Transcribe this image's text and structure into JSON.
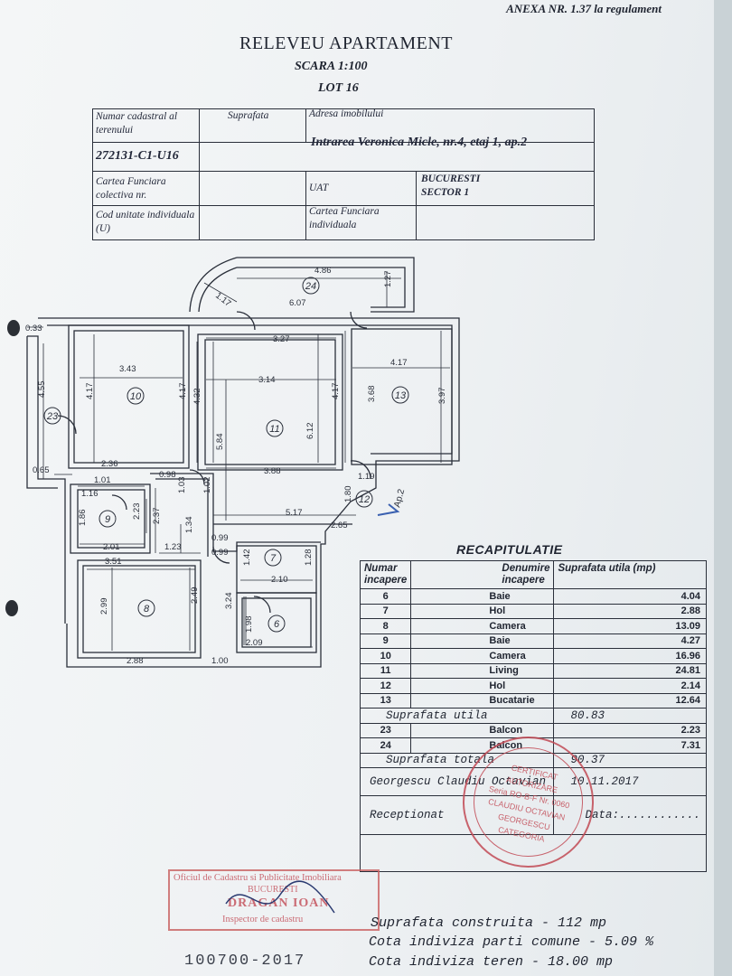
{
  "annex": "ANEXA NR. 1.37 la regulament",
  "title": "RELEVEU APARTAMENT",
  "scale": "SCARA 1:100",
  "lot": "LOT 16",
  "header_table": {
    "cadastral_label": "Numar cadastral al terenului",
    "surface_label": "Suprafata",
    "address_label": "Adresa imobilului",
    "cadastral_value": "272131-C1-U16",
    "address_value": "Intrarea Veronica Micle, nr.4, etaj 1, ap.2",
    "cf_collective_label": "Cartea Funciara colectiva nr.",
    "uat_label": "UAT",
    "uat_value_1": "BUCURESTI",
    "uat_value_2": "SECTOR 1",
    "unit_code_label": "Cod unitate individuala (U)",
    "cf_individual_label": "Cartea Funciara individuala"
  },
  "plan": {
    "dims": [
      "4.86",
      "6.07",
      "1.17",
      "1.27",
      "0.33",
      "3.27",
      "3.43",
      "4.17",
      "4.17",
      "3.14",
      "4.17",
      "4.17",
      "3.68",
      "4.32",
      "3.97",
      "4.55",
      "2.36",
      "5.84",
      "6.12",
      "3.88",
      "1.19",
      "0.65",
      "1.01",
      "0.98",
      "1.03",
      "1.02",
      "1.16",
      "2.23",
      "2.37",
      "1.80",
      "1.86",
      "5.17",
      "2.65",
      "1.34",
      "0.99",
      "2.01",
      "1.23",
      "0.99",
      "3.51",
      "1.42",
      "1.28",
      "2.10",
      "2.99",
      "2.49",
      "3.24",
      "1.98",
      "2.09",
      "2.88",
      "1.00"
    ],
    "room_numbers": [
      "24",
      "10",
      "11",
      "13",
      "23",
      "12",
      "9",
      "7",
      "8",
      "6"
    ],
    "ap_label": "Ap.2"
  },
  "recap": {
    "title": "RECAPITULATIE",
    "col_number": "Numar incapere",
    "col_name": "Denumire incapere",
    "col_area": "Suprafata utila (mp)",
    "rows": [
      {
        "nr": "6",
        "name": "Baie",
        "area": "4.04"
      },
      {
        "nr": "7",
        "name": "Hol",
        "area": "2.88"
      },
      {
        "nr": "8",
        "name": "Camera",
        "area": "13.09"
      },
      {
        "nr": "9",
        "name": "Baie",
        "area": "4.27"
      },
      {
        "nr": "10",
        "name": "Camera",
        "area": "16.96"
      },
      {
        "nr": "11",
        "name": "Living",
        "area": "24.81"
      },
      {
        "nr": "12",
        "name": "Hol",
        "area": "2.14"
      },
      {
        "nr": "13",
        "name": "Bucatarie",
        "area": "12.64"
      }
    ],
    "useful_label": "Suprafata utila",
    "useful_value": "80.83",
    "balconies": [
      {
        "nr": "23",
        "name": "Balcon",
        "area": "2.23"
      },
      {
        "nr": "24",
        "name": "Balcon",
        "area": "7.31"
      }
    ],
    "total_label": "Suprafata totala",
    "total_value": "90.37",
    "author": "Georgescu Claudiu Octavian",
    "date": "10.11.2017",
    "received_label": "Receptionat",
    "date_label": "Data:",
    "date_dots": "............"
  },
  "stamps": {
    "round_lines": [
      "CERTIFICAT",
      "AUTORIZARE",
      "Seria RO-B-F Nr. 0060",
      "CLAUDIU OCTAVIAN",
      "GEORGESCU",
      "CATEGORIA"
    ],
    "office_line_1": "Oficiul de Cadastru si Publicitate Imobiliara",
    "office_line_2": "BUCURESTI",
    "inspector_name": "DRAGAN IOAN",
    "inspector_title": "Inspector de cadastru"
  },
  "footer": {
    "built_area": "Suprafata construita - 112 mp",
    "common_share": "Cota indiviza parti comune - 5.09 %",
    "land_share": "Cota indiviza teren - 18.00 mp",
    "stamp_date": "100700-2017"
  },
  "colors": {
    "ink": "#1f2430",
    "stamp": "#c24a55",
    "paper": "#f4f6f7"
  }
}
